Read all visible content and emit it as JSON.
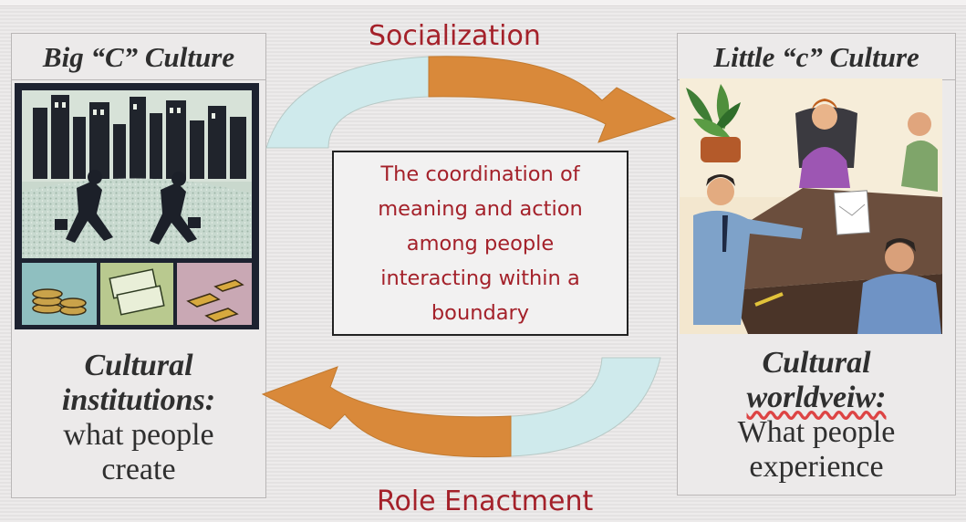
{
  "left_panel": {
    "title": "Big “C” Culture",
    "caption_emphasis_1": "Cultural",
    "caption_emphasis_2": "institutions:",
    "caption_plain_1": "what people",
    "caption_plain_2": "create",
    "image_icon": "city-business-money-illustration"
  },
  "right_panel": {
    "title": "Little “c” Culture",
    "caption_emphasis_1": "Cultural",
    "caption_emphasis_2": "worldveiw:",
    "caption_plain_1": "What people",
    "caption_plain_2": "experience",
    "image_icon": "office-meeting-illustration"
  },
  "top_arrow_label": "Socialization",
  "bottom_arrow_label": "Role Enactment",
  "center_text": "The coordination of\nmeaning and action\namong people\ninteracting within a\nboundary",
  "colors": {
    "label_red": "#a4212a",
    "arrow_orange": "#d9893a",
    "arrow_blue": "#cfeaec"
  }
}
